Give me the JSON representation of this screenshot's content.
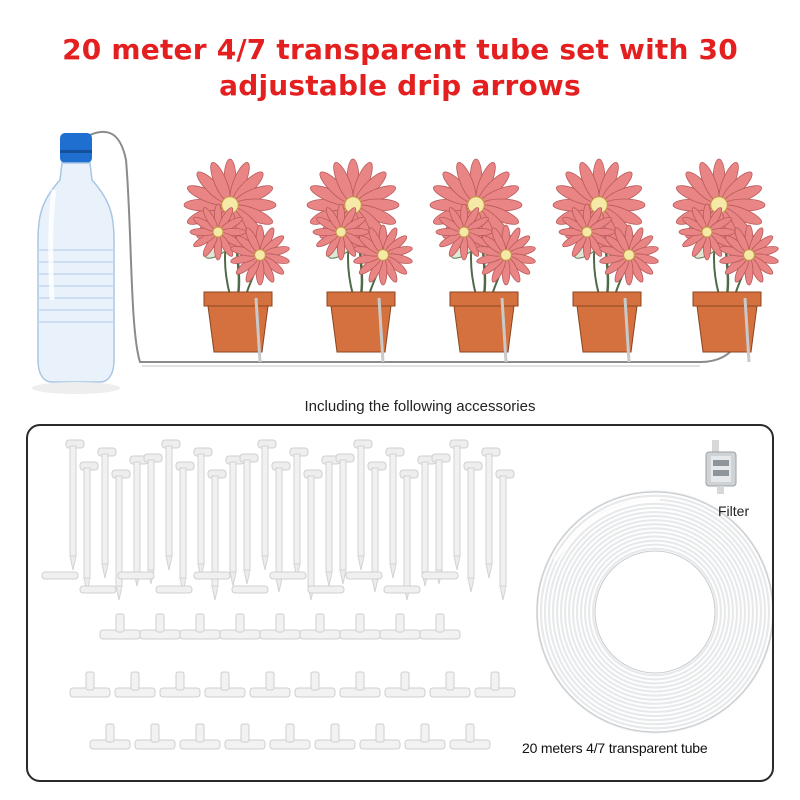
{
  "header": {
    "title_line1": "20 meter 4/7 transparent tube set with 30",
    "title_line2": "adjustable drip arrows"
  },
  "accessories": {
    "heading": "Including the following accessories",
    "filter_label": "Filter",
    "tube_label": "20 meters 4/7 transparent tube"
  },
  "colors": {
    "title": "#e41f1f",
    "petal": "#e98585",
    "pot": "#d4713f",
    "bottle_cap": "#1f6fd1"
  },
  "icons": [
    "water-bottle-icon",
    "flower-pot-icon",
    "drip-arrow-icon",
    "tee-connector-icon",
    "filter-icon",
    "tube-coil-icon"
  ]
}
